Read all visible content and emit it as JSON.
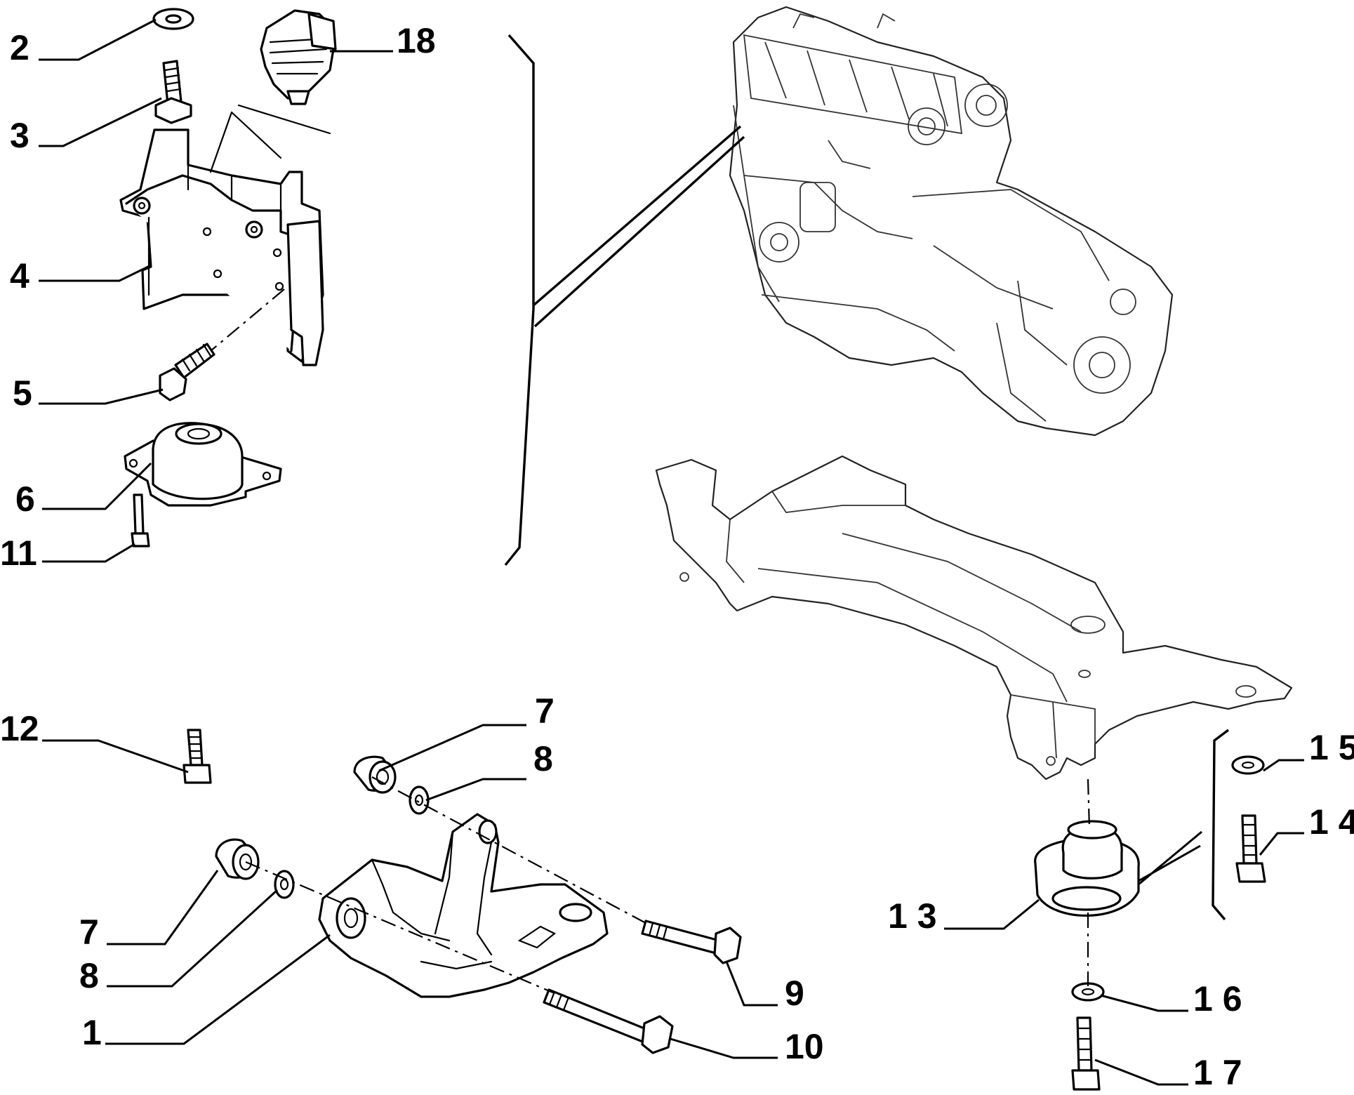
{
  "diagram": {
    "callouts": [
      {
        "id": "c2",
        "label": "2"
      },
      {
        "id": "c3",
        "label": "3"
      },
      {
        "id": "c4",
        "label": "4"
      },
      {
        "id": "c5",
        "label": "5"
      },
      {
        "id": "c6",
        "label": "6"
      },
      {
        "id": "c11",
        "label": "11"
      },
      {
        "id": "c18",
        "label": "18"
      },
      {
        "id": "c12",
        "label": "12"
      },
      {
        "id": "c7a",
        "label": "7"
      },
      {
        "id": "c8a",
        "label": "8"
      },
      {
        "id": "c7b",
        "label": "7"
      },
      {
        "id": "c8b",
        "label": "8"
      },
      {
        "id": "c1",
        "label": "1"
      },
      {
        "id": "c9",
        "label": "9"
      },
      {
        "id": "c10",
        "label": "10"
      },
      {
        "id": "c13",
        "label": "1 3"
      },
      {
        "id": "c14",
        "label": "1 4"
      },
      {
        "id": "c15",
        "label": "1 5"
      },
      {
        "id": "c16",
        "label": "1 6"
      },
      {
        "id": "c17",
        "label": "1 7"
      }
    ]
  }
}
